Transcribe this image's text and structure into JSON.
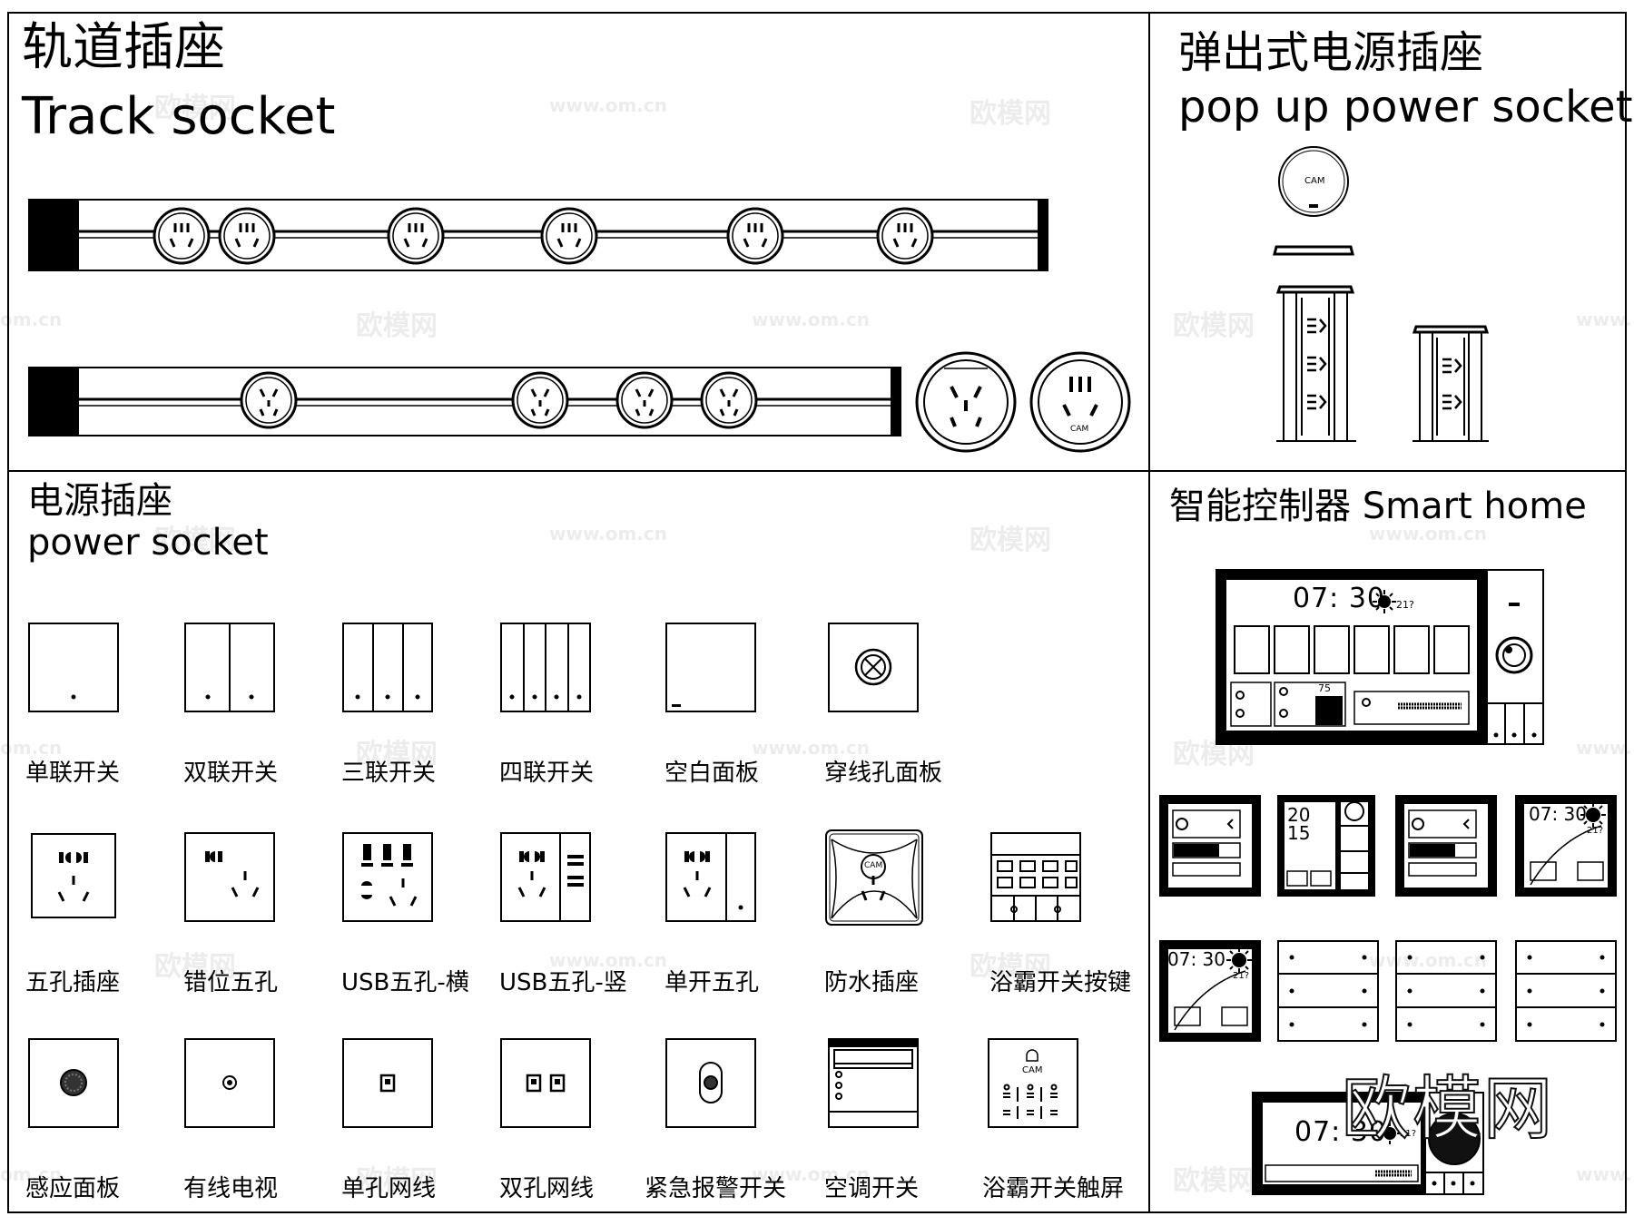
{
  "sections": {
    "track": {
      "title_cn": "轨道插座",
      "title_en": "Track socket"
    },
    "popup": {
      "title_cn": "弹出式电源插座",
      "title_en": "pop up power socket"
    },
    "power": {
      "title_cn": "电源插座",
      "title_en": "power socket"
    },
    "smart": {
      "title": "智能控制器 Smart home"
    }
  },
  "brand_mark": "CAM",
  "item_labels": {
    "row1": [
      "单联开关",
      "双联开关",
      "三联开关",
      "四联开关",
      "空白面板",
      "穿线孔面板"
    ],
    "row2": [
      "五孔插座",
      "错位五孔",
      "USB五孔-横",
      "USB五孔-竖",
      "单开五孔",
      "防水插座",
      "浴霸开关按键"
    ],
    "row3": [
      "感应面板",
      "有线电视",
      "单孔网线",
      "双孔网线",
      "紧急报警开关",
      "空调开关",
      "浴霸开关触屏"
    ]
  },
  "smart_display": {
    "time": "07: 30",
    "temp": "21?",
    "level": "75",
    "date_top": "20",
    "date_bottom": "15"
  },
  "watermark": {
    "logo": "欧模网",
    "url": "www.om.cn",
    "domain_fragment": "om.cn",
    "domain_prefix": "www."
  },
  "colors": {
    "line": "#000000",
    "background": "#ffffff"
  }
}
